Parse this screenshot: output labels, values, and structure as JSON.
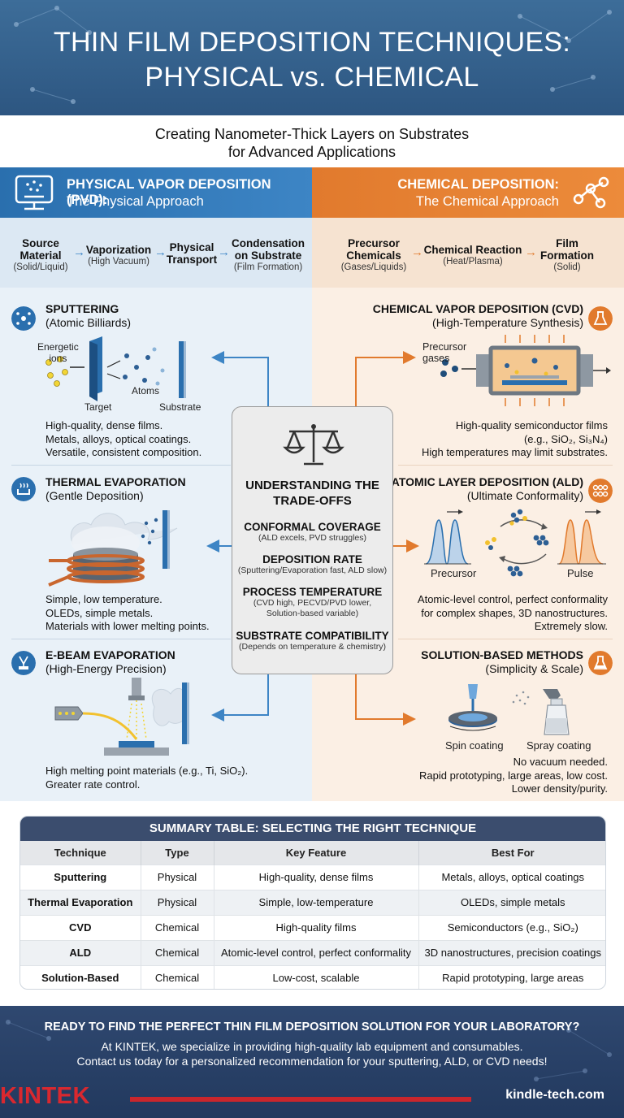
{
  "header": {
    "title_line1": "THIN FILM DEPOSITION TECHNIQUES:",
    "title_line2": "PHYSICAL vs. CHEMICAL"
  },
  "subtitle": {
    "line1": "Creating Nanometer-Thick Layers on Substrates",
    "line2": "for Advanced Applications"
  },
  "pvd": {
    "title": "PHYSICAL VAPOR DEPOSITION (PVD):",
    "subtitle": "The Physical Approach",
    "flow": [
      {
        "l1": "Source",
        "l2": "Material",
        "sub": "(Solid/Liquid)"
      },
      {
        "l1": "Vaporization",
        "l2": "",
        "sub": "(High Vacuum)"
      },
      {
        "l1": "Physical",
        "l2": "Transport",
        "sub": ""
      },
      {
        "l1": "Condensation",
        "l2": "on Substrate",
        "sub": "(Film Formation)"
      }
    ],
    "sections": [
      {
        "title": "SPUTTERING",
        "subtitle": "(Atomic Billiards)",
        "labels": [
          "Energetic",
          "ions",
          "Target",
          "Atoms",
          "Substrate"
        ],
        "desc": [
          "High-quality, dense films.",
          "Metals, alloys, optical coatings.",
          "Versatile, consistent composition."
        ]
      },
      {
        "title": "THERMAL EVAPORATION",
        "subtitle": "(Gentle Deposition)",
        "desc": [
          "Simple, low temperature.",
          "OLEDs, simple metals.",
          "Materials with lower melting points."
        ]
      },
      {
        "title": "E-BEAM EVAPORATION",
        "subtitle": "(High-Energy Precision)",
        "desc": [
          "High melting point materials (e.g., Ti, SiO₂).",
          "Greater rate control."
        ]
      }
    ]
  },
  "chem": {
    "title": "CHEMICAL DEPOSITION:",
    "subtitle": "The Chemical Approach",
    "flow": [
      {
        "l1": "Precursor",
        "l2": "Chemicals",
        "sub": "(Gases/Liquids)"
      },
      {
        "l1": "Chemical Reaction",
        "l2": "",
        "sub": "(Heat/Plasma)"
      },
      {
        "l1": "Film",
        "l2": "Formation",
        "sub": "(Solid)"
      }
    ],
    "sections": [
      {
        "title": "CHEMICAL VAPOR DEPOSITION (CVD)",
        "subtitle": "(High-Temperature Synthesis)",
        "labels": [
          "Precursor",
          "gases"
        ],
        "desc": [
          "High-quality semiconductor films",
          "(e.g., SiO₂, Si₃N₄)",
          "High temperatures may limit substrates."
        ]
      },
      {
        "title": "ATOMIC LAYER DEPOSITION (ALD)",
        "subtitle": "(Ultimate Conformality)",
        "labels": [
          "Precursor",
          "Pulse"
        ],
        "desc": [
          "Atomic-level control, perfect conformality",
          "for complex shapes, 3D nanostructures.",
          "Extremely slow."
        ]
      },
      {
        "title": "SOLUTION-BASED METHODS",
        "subtitle": "(Simplicity & Scale)",
        "labels": [
          "Spin coating",
          "Spray coating"
        ],
        "desc": [
          "No vacuum needed.",
          "Rapid prototyping, large areas, low cost.",
          "Lower density/purity."
        ]
      }
    ]
  },
  "tradeoffs": {
    "title_line1": "UNDERSTANDING THE",
    "title_line2": "TRADE-OFFS",
    "items": [
      {
        "title": "CONFORMAL COVERAGE",
        "desc": [
          "(ALD excels, PVD struggles)"
        ]
      },
      {
        "title": "DEPOSITION RATE",
        "desc": [
          "(Sputtering/Evaporation fast, ALD slow)"
        ]
      },
      {
        "title": "PROCESS TEMPERATURE",
        "desc": [
          "(CVD high, PECVD/PVD lower,",
          "Solution-based variable)"
        ]
      },
      {
        "title": "SUBSTRATE COMPATIBILITY",
        "desc": [
          "(Depends on temperature & chemistry)"
        ]
      }
    ]
  },
  "summary_table": {
    "title": "SUMMARY TABLE: SELECTING THE RIGHT TECHNIQUE",
    "headers": [
      "Technique",
      "Type",
      "Key Feature",
      "Best For"
    ],
    "rows": [
      [
        "Sputtering",
        "Physical",
        "High-quality, dense films",
        "Metals, alloys, optical coatings"
      ],
      [
        "Thermal Evaporation",
        "Physical",
        "Simple, low-temperature",
        "OLEDs, simple metals"
      ],
      [
        "CVD",
        "Chemical",
        "High-quality films",
        "Semiconductors (e.g., SiO₂)"
      ],
      [
        "ALD",
        "Chemical",
        "Atomic-level control, perfect conformality",
        "3D nanostructures, precision coatings"
      ],
      [
        "Solution-Based",
        "Chemical",
        "Low-cost, scalable",
        "Rapid prototyping, large areas"
      ]
    ]
  },
  "footer": {
    "cta": "READY TO FIND THE PERFECT THIN FILM DEPOSITION SOLUTION FOR YOUR LABORATORY?",
    "line1": "At KINTEK, we specialize in providing high-quality lab equipment and consumables.",
    "line2": "Contact us today for a personalized recommendation for your sputtering, ALD, or CVD needs!",
    "logo": "KINTEK",
    "website": "kindle-tech.com"
  },
  "colors": {
    "physical": "#2a6fae",
    "chemical": "#e17a2d",
    "header": "#3d6d99",
    "table_title": "#3b4d6e",
    "brand_red": "#d9282f"
  }
}
